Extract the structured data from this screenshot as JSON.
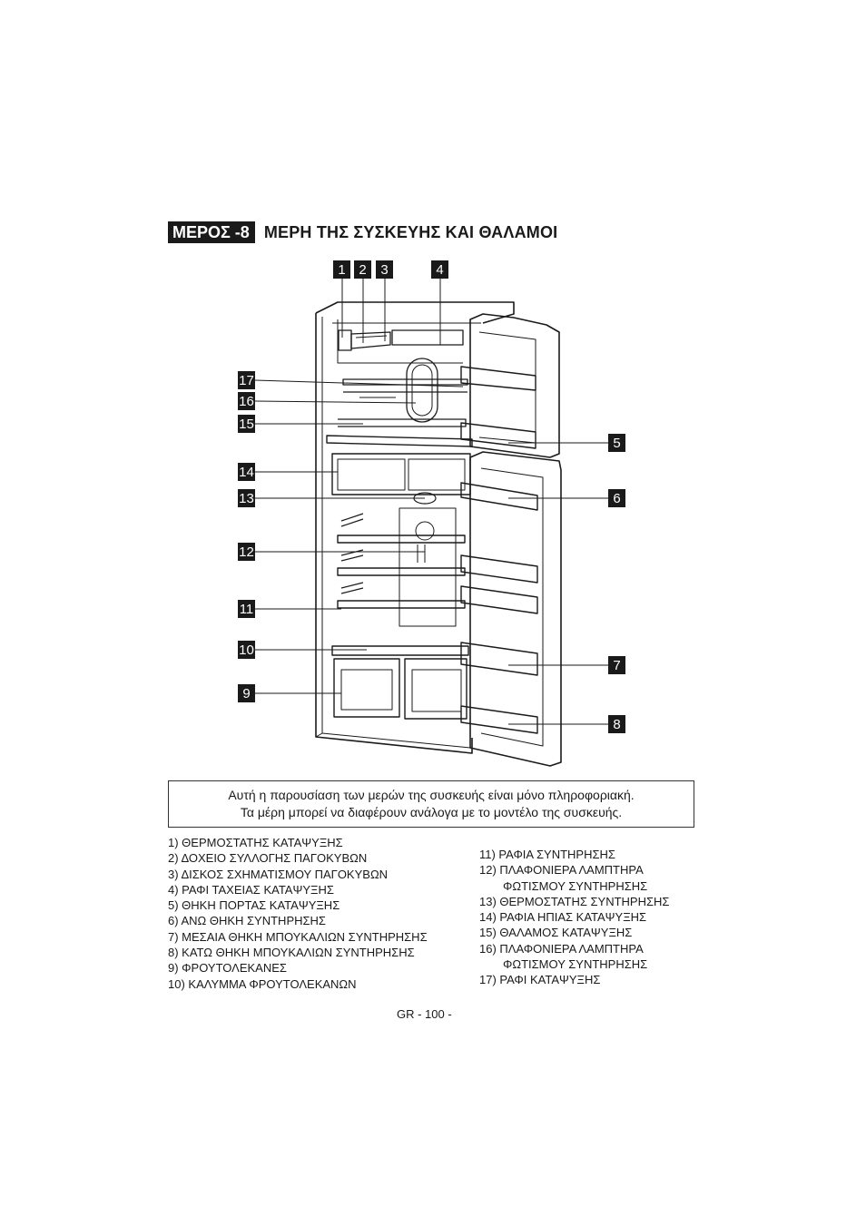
{
  "section": {
    "tag": "ΜΕΡΟΣ -8",
    "title": "ΜΕΡΗ ΤΗΣ ΣΥΣΚΕΥΗΣ ΚΑΙ ΘΑΛΑΜΟΙ"
  },
  "diagram": {
    "labels": [
      "1",
      "2",
      "3",
      "4",
      "5",
      "6",
      "7",
      "8",
      "9",
      "10",
      "11",
      "12",
      "13",
      "14",
      "15",
      "16",
      "17"
    ]
  },
  "note": {
    "line1": "Αυτή η παρουσίαση των μερών της συσκευής είναι μόνο πληροφοριακή.",
    "line2": "Τα μέρη μπορεί να διαφέρουν ανάλογα με το μοντέλο της συσκευής."
  },
  "parts_left": [
    "1) ΘΕΡΜΟΣΤΑΤΗΣ ΚΑΤΑΨΥΞΗΣ",
    "2) ΔΟΧΕΙΟ ΣΥΛΛΟΓΗΣ ΠΑΓΟΚΥΒΩΝ",
    "3) ΔΙΣΚΟΣ ΣΧΗΜΑΤΙΣΜΟΥ ΠΑΓΟΚΥΒΩΝ",
    "4) ΡΑΦΙ ΤΑΧΕΙΑΣ ΚΑΤΑΨΥΞΗΣ",
    "5) ΘΗΚΗ ΠΟΡΤΑΣ ΚΑΤΑΨΥΞΗΣ",
    "6) ΑΝΩ ΘΗΚΗ ΣΥΝΤΗΡΗΣΗΣ",
    "7) ΜΕΣΑΙΑ ΘΗΚΗ ΜΠΟΥΚΑΛΙΩΝ ΣΥΝΤΗΡΗΣΗΣ",
    "8) ΚΑΤΩ ΘΗΚΗ ΜΠΟΥΚΑΛΙΩΝ ΣΥΝΤΗΡΗΣΗΣ",
    "9) ΦΡΟΥΤΟΛΕΚΑΝΕΣ",
    "10) ΚΑΛΥΜΜΑ ΦΡΟΥΤΟΛΕΚΑΝΩΝ"
  ],
  "parts_right": [
    {
      "text": "11) ΡΑΦΙΑ ΣΥΝΤΗΡΗΣΗΣ"
    },
    {
      "text": "12) ΠΛΑΦΟΝΙΕΡΑ ΛΑΜΠΤΗΡΑ",
      "cont": "ΦΩΤΙΣΜΟΥ ΣΥΝΤΗΡΗΣΗΣ"
    },
    {
      "text": "13) ΘΕΡΜΟΣΤΑΤΗΣ ΣΥΝΤΗΡΗΣΗΣ"
    },
    {
      "text": "14) ΡΑΦΙΑ ΗΠΙΑΣ ΚΑΤΑΨΥΞΗΣ"
    },
    {
      "text": "15) ΘΑΛΑΜΟΣ ΚΑΤΑΨΥΞΗΣ"
    },
    {
      "text": "16) ΠΛΑΦΟΝΙΕΡΑ ΛΑΜΠΤΗΡΑ",
      "cont": "ΦΩΤΙΣΜΟΥ ΣΥΝΤΗΡΗΣΗΣ"
    },
    {
      "text": "17) ΡΑΦΙ ΚΑΤΑΨΥΞΗΣ"
    }
  ],
  "footer": "GR   - 100 -"
}
